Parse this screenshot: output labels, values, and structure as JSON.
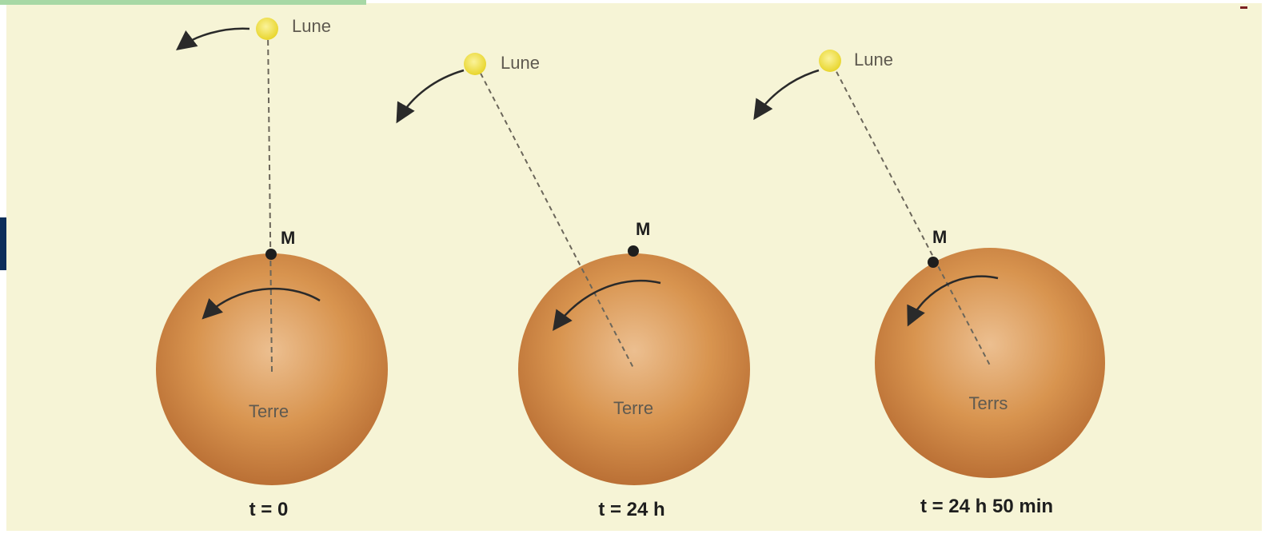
{
  "colors": {
    "background": "#f6f4d6",
    "earth": "#d7944f",
    "moon": "#f2e64a",
    "line": "#6b665a",
    "arrow": "#2a2a2a",
    "frame_green": "#a7d8a5",
    "frame_navy": "#0d2e5a"
  },
  "panels": [
    {
      "moon_label": "Lune",
      "point_label": "M",
      "earth_label": "Terre",
      "time_label": "t = 0"
    },
    {
      "moon_label": "Lune",
      "point_label": "M",
      "earth_label": "Terre",
      "time_label": "t = 24 h"
    },
    {
      "moon_label": "Lune",
      "point_label": "M",
      "earth_label": "Terrs",
      "time_label": "t = 24 h 50 min"
    }
  ]
}
